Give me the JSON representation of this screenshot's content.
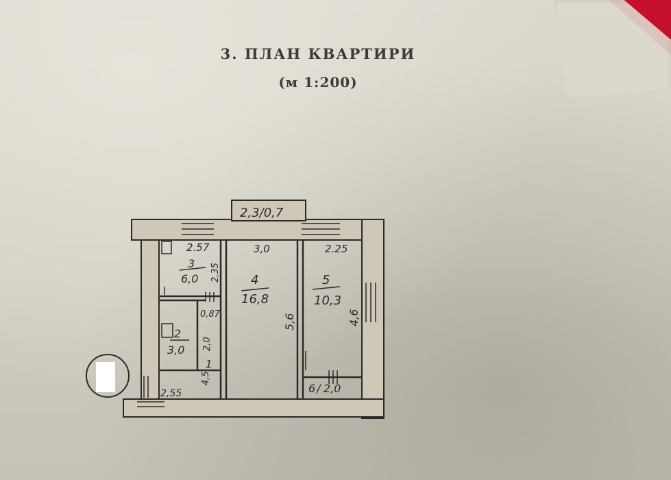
{
  "document": {
    "title": "3. ПЛАН КВАРТИРИ",
    "scale": "(м 1:200)"
  },
  "plan": {
    "balcony_label": "2,3/0,7",
    "rooms": [
      {
        "number": "3",
        "area": "6,0",
        "width": "2.57",
        "length": "2,35"
      },
      {
        "number": "2",
        "area": "3,0",
        "length": "2,0",
        "width": "0,87"
      },
      {
        "number": "1",
        "area": "4,5",
        "width": "2,55"
      },
      {
        "number": "4",
        "area": "16,8",
        "width": "3,0",
        "length": "5,6"
      },
      {
        "number": "5",
        "area": "10,3",
        "width": "2.25",
        "length": "4,6"
      },
      {
        "number": "6",
        "area": "2,0"
      }
    ]
  },
  "colors": {
    "paper": "#d7d4c8",
    "ink": "#2a2a28",
    "wall_fill": "#cfc8b8",
    "accent": "#c4102c"
  }
}
